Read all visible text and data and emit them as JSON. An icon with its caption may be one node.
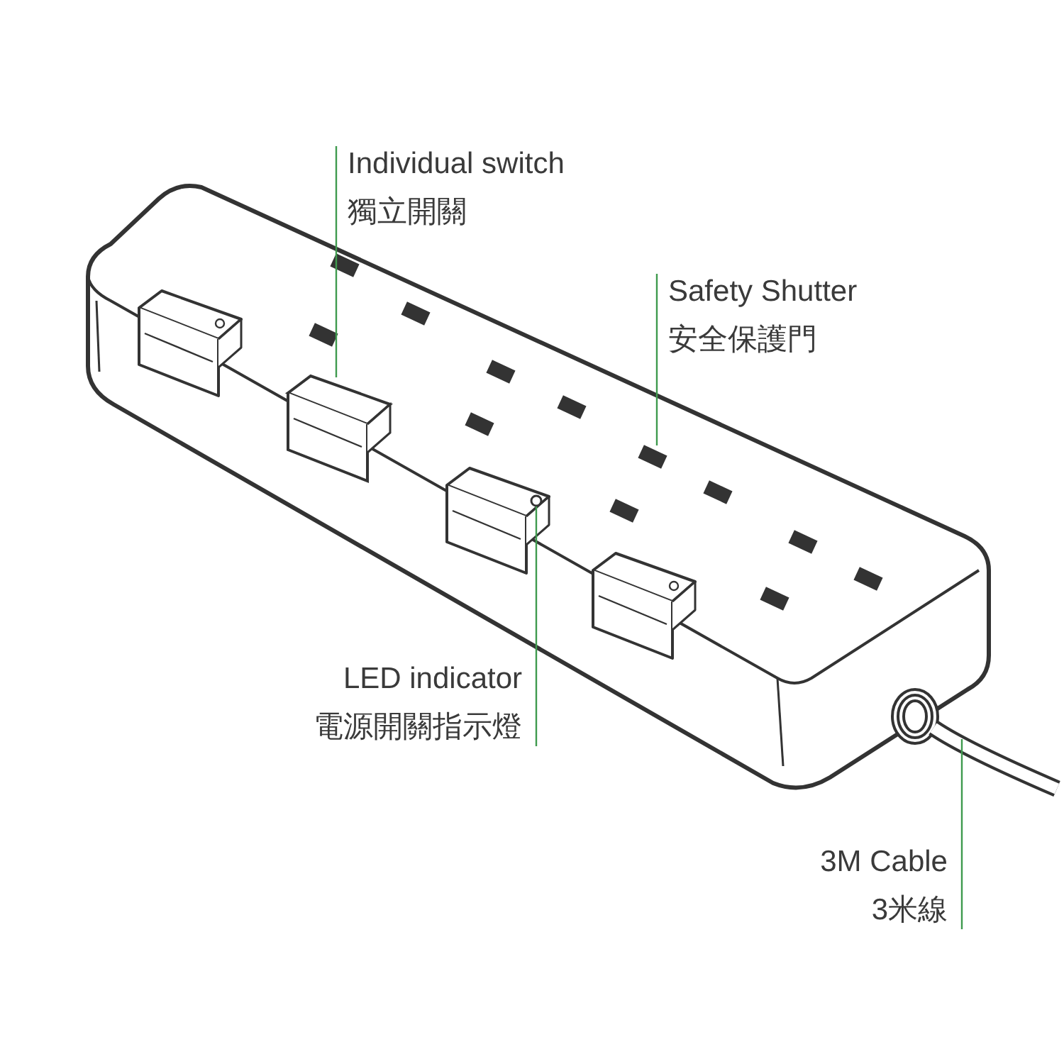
{
  "diagram": {
    "nodes": [
      {
        "text": [
          "Individual switch",
          "獨立開關"
        ]
      },
      {
        "text": [
          "Safety Shutter",
          "安全保護門"
        ]
      },
      {
        "text": [
          "LED indicator",
          "電源開關指示燈"
        ]
      },
      {
        "text": [
          "3M Cable",
          "3米線"
        ]
      },
      {
        "text": [],
        "shape": "picture"
      },
      {
        "text": [],
        "shape": "box"
      },
      {
        "text": [],
        "shape": "circle"
      },
      {
        "text": [],
        "shape": "picture"
      }
    ],
    "edges": [
      {
        "from": 0,
        "to": 4,
        "arrow": "none"
      },
      {
        "from": 1,
        "to": 5,
        "arrow": "none"
      },
      {
        "from": 2,
        "to": 6,
        "arrow": "none"
      },
      {
        "from": 3,
        "to": 7,
        "arrow": "none"
      }
    ]
  }
}
